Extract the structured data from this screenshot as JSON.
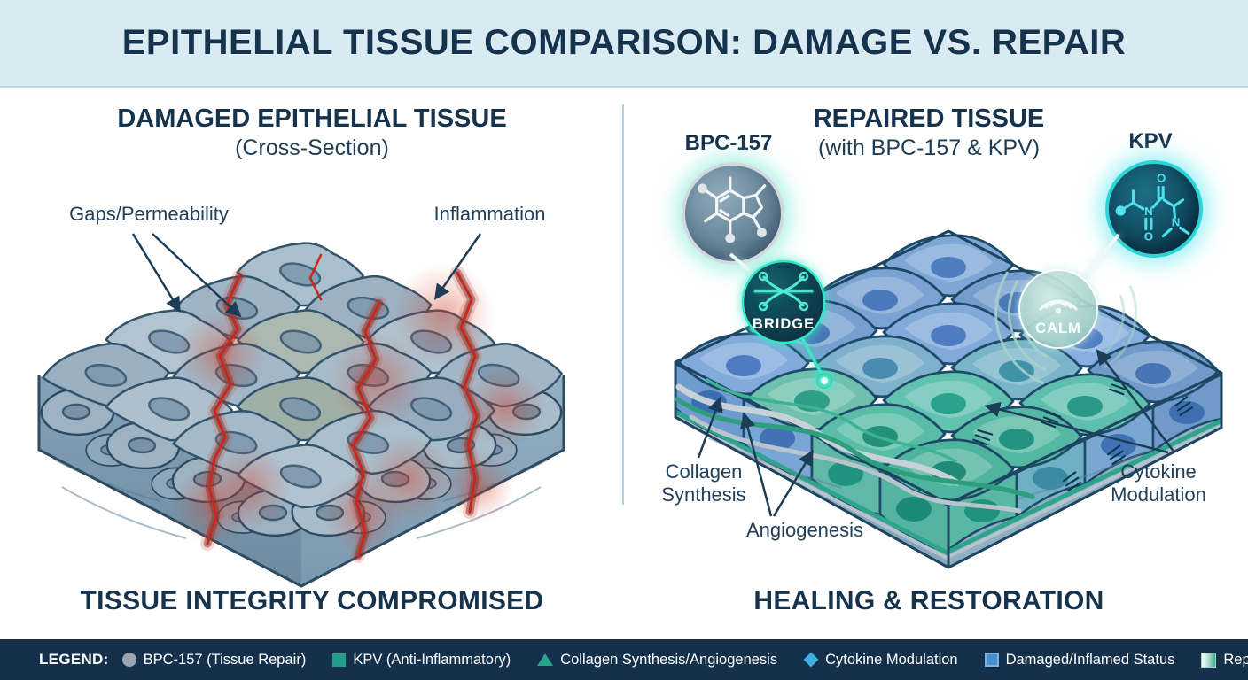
{
  "header": {
    "title": "EPITHELIAL TISSUE COMPARISON: DAMAGE VS. REPAIR"
  },
  "left": {
    "title": "DAMAGED EPITHELIAL TISSUE",
    "subtitle": "(Cross-Section)",
    "label_gaps": "Gaps/Permeability",
    "label_inflammation": "Inflammation",
    "caption": "TISSUE INTEGRITY COMPROMISED"
  },
  "right": {
    "title": "REPAIRED TISSUE",
    "subtitle": "(with BPC-157 & KPV)",
    "bpc_label": "BPC-157",
    "kpv_label": "KPV",
    "bridge_label": "BRIDGE",
    "calm_label": "CALM",
    "kpv_atoms": [
      "N",
      "O",
      "O",
      "N"
    ],
    "label_collagen_1": "Collagen",
    "label_collagen_2": "Synthesis",
    "label_angiogenesis": "Angiogenesis",
    "label_cytokine_1": "Cytokine",
    "label_cytokine_2": "Modulation",
    "caption": "HEALING & RESTORATION"
  },
  "legend": {
    "title": "LEGEND:",
    "items": [
      {
        "label": "BPC-157 (Tissue Repair)",
        "marker": "circle",
        "color": "#9ba5ae"
      },
      {
        "label": "KPV (Anti-Inflammatory)",
        "marker": "square",
        "color": "#239e8b"
      },
      {
        "label": "Collagen Synthesis/Angiogenesis",
        "marker": "triangle",
        "color": "#2aa38d"
      },
      {
        "label": "Cytokine Modulation",
        "marker": "diamond",
        "color": "#41aee4"
      },
      {
        "label": "Damaged/Inflamed Status",
        "marker": "square",
        "color": "#4a90cc"
      },
      {
        "label": "Repaired/Healthy Status",
        "marker": "gradient-square",
        "color": "#3fae95"
      }
    ]
  },
  "colors": {
    "banner_bg": "#d9eaf3",
    "heading_text": "#16334d",
    "legend_bg": "#14304a",
    "legend_text": "#ffffff",
    "damage_red": "#c9281c",
    "glow_teal": "#3ee8c8",
    "cell_blue": "#7fa7d6",
    "cell_teal": "#55b8a2",
    "divider": "#b5cfdd"
  }
}
